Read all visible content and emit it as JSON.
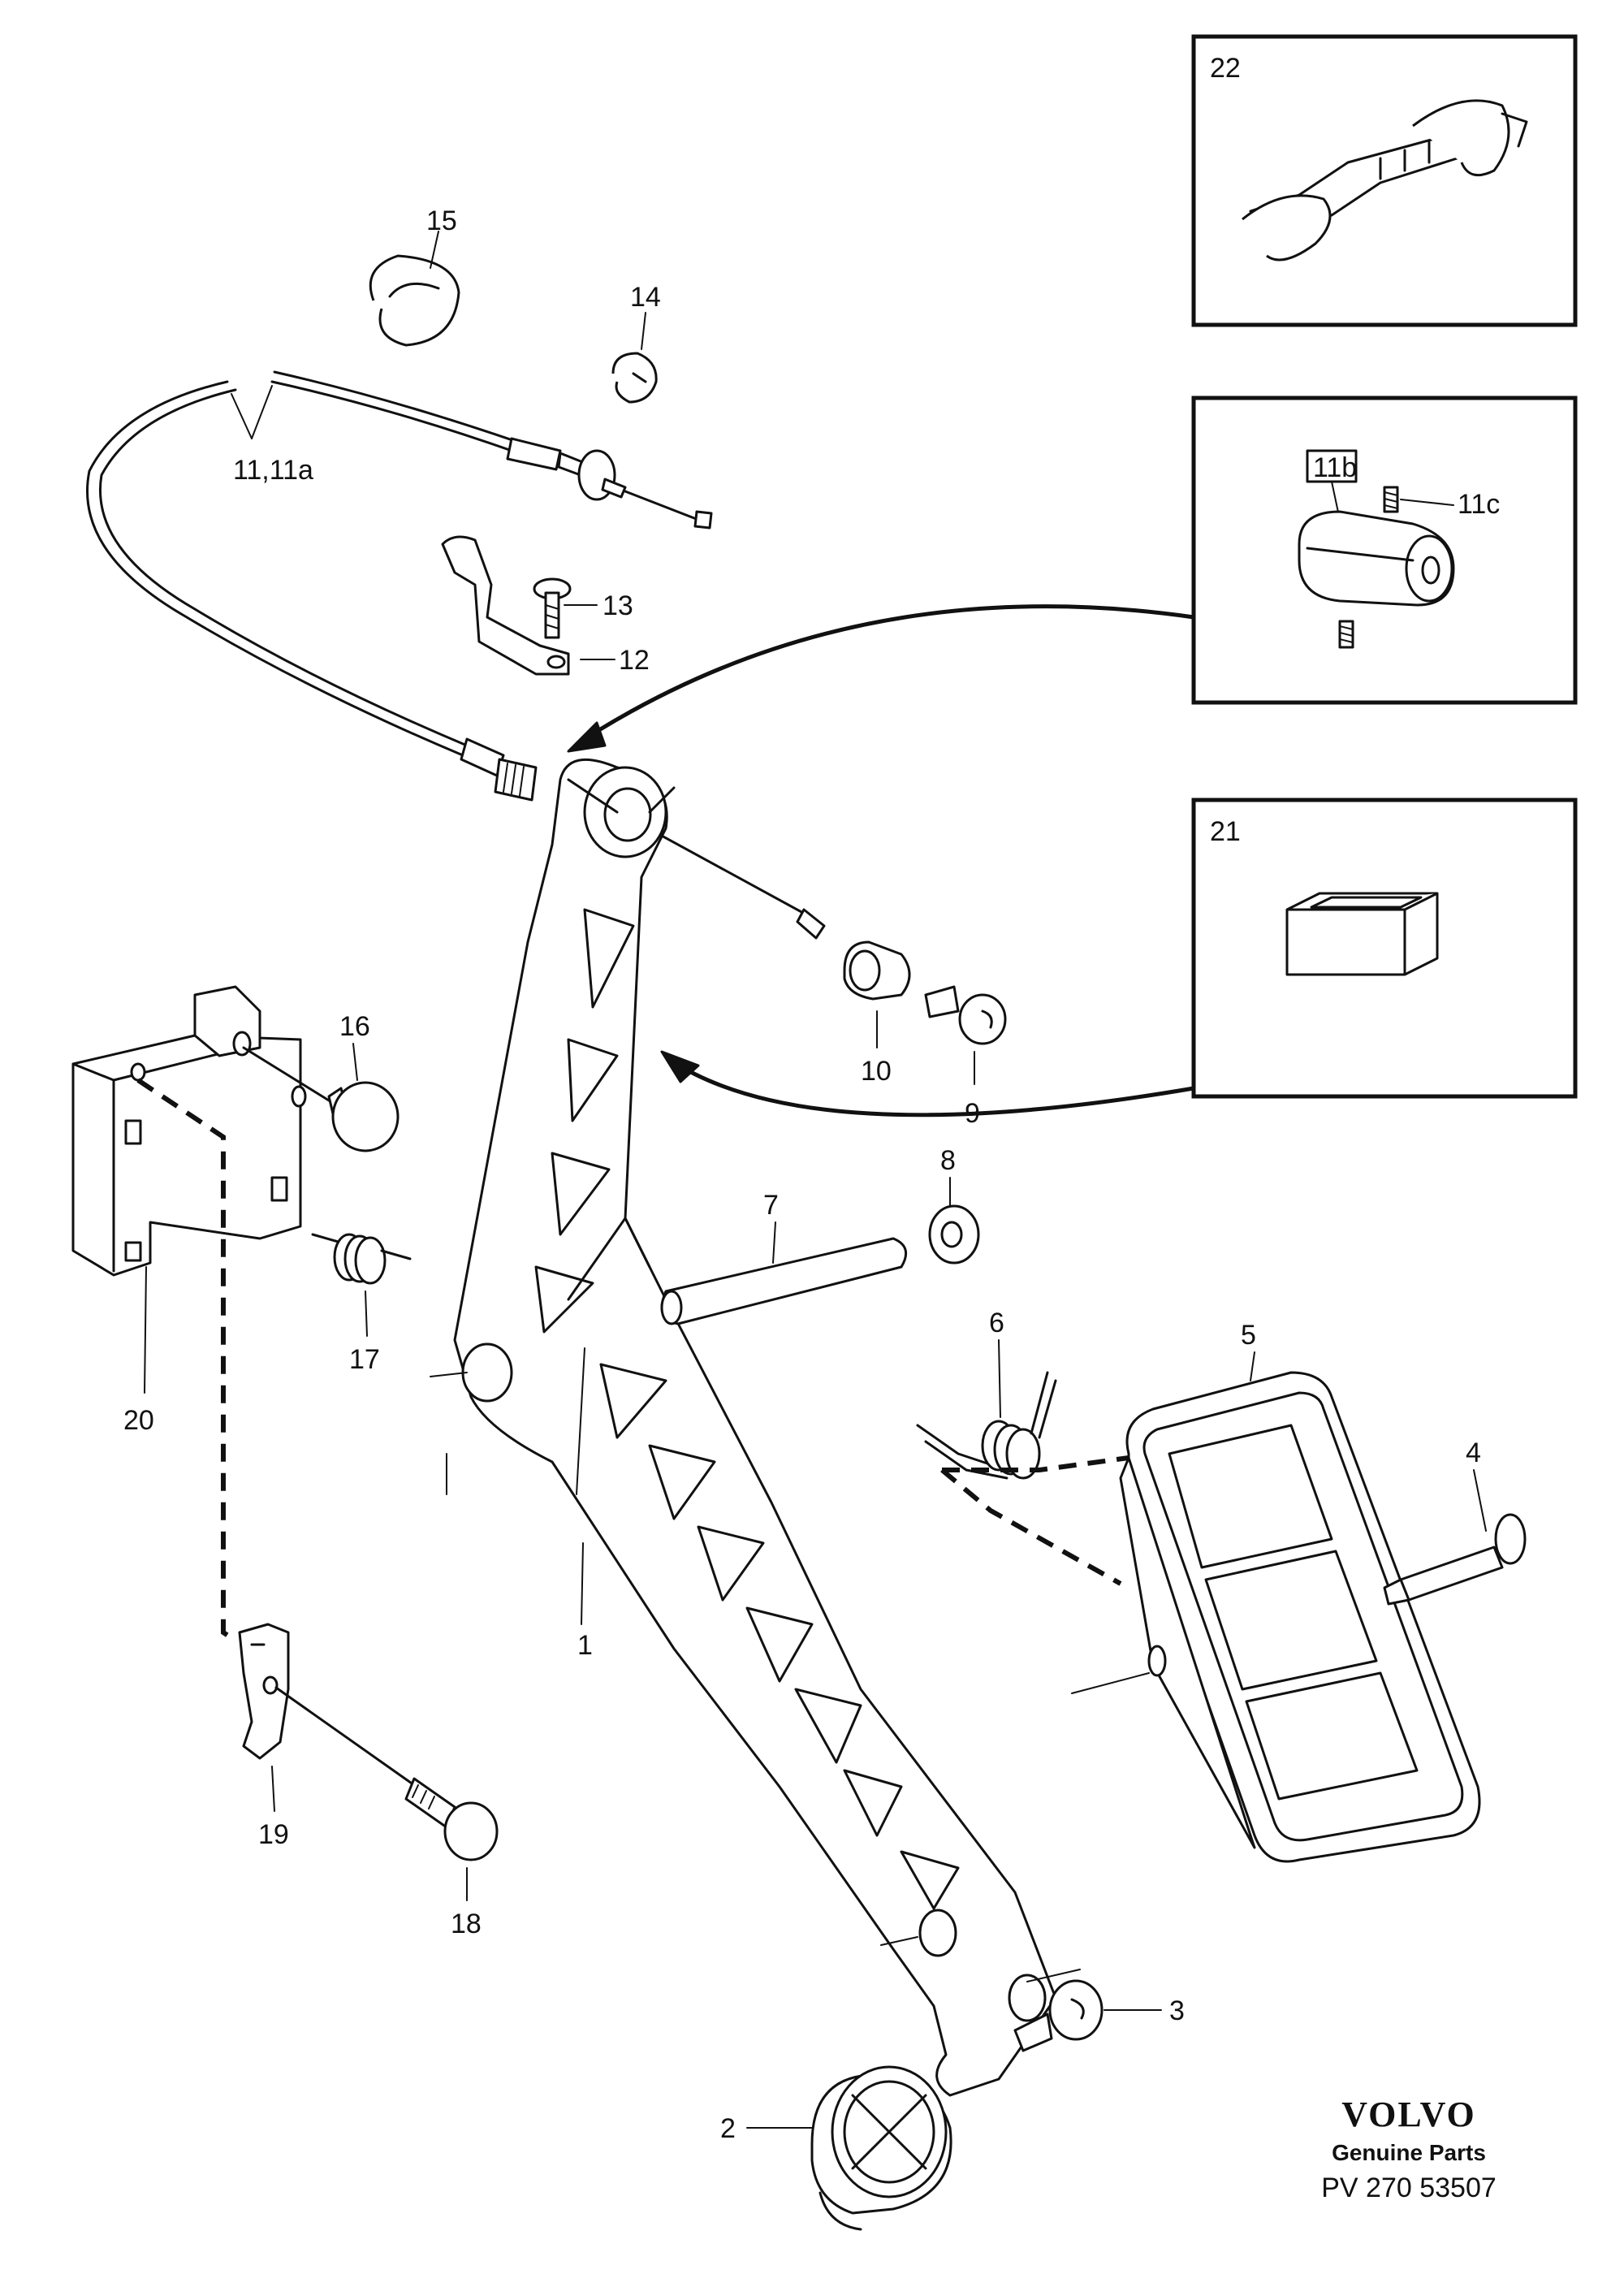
{
  "callouts": {
    "p1": "1",
    "p2": "2",
    "p3": "3",
    "p4": "4",
    "p5": "5",
    "p6": "6",
    "p7": "7",
    "p8": "8",
    "p9": "9",
    "p10": "10",
    "p11": "11,11a",
    "p11b": "11b",
    "p11c": "11c",
    "p12": "12",
    "p13": "13",
    "p14": "14",
    "p15": "15",
    "p16": "16",
    "p17": "17",
    "p18": "18",
    "p19": "19",
    "p20": "20",
    "p21": "21",
    "p22": "22"
  },
  "footer": {
    "brand": "VOLVO",
    "subtitle": "Genuine Parts",
    "code": "PV 270 53507"
  }
}
